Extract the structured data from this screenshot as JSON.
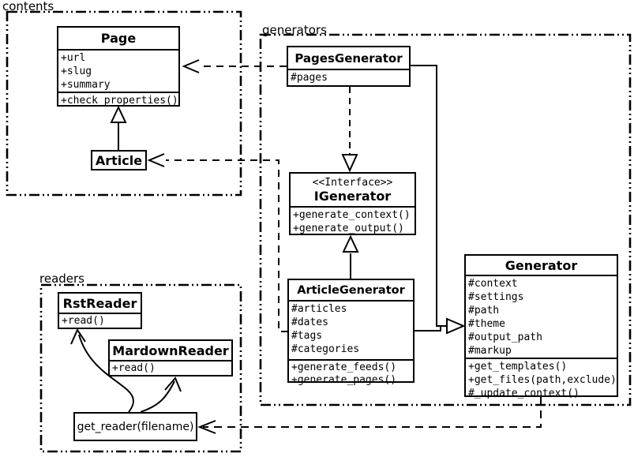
{
  "diagram": {
    "packages": {
      "contents": {
        "label": "contents"
      },
      "generators": {
        "label": "generators"
      },
      "readers": {
        "label": "readers"
      }
    },
    "classes": {
      "page": {
        "title": "Page",
        "attributes": [
          "+url",
          "+slug",
          "+summary"
        ],
        "methods": [
          "+check_properties()"
        ]
      },
      "article": {
        "title": "Article"
      },
      "pages_generator": {
        "title": "PagesGenerator",
        "attributes": [
          "#pages"
        ]
      },
      "igenerator": {
        "stereotype": "<<Interface>>",
        "title": "IGenerator",
        "methods": [
          "+generate_context()",
          "+generate_output()"
        ]
      },
      "article_generator": {
        "title": "ArticleGenerator",
        "attributes": [
          "#articles",
          "#dates",
          "#tags",
          "#categories"
        ],
        "methods": [
          "+generate_feeds()",
          "+generate_pages()"
        ]
      },
      "generator": {
        "title": "Generator",
        "attributes": [
          "#context",
          "#settings",
          "#path",
          "#theme",
          "#output_path",
          "#markup"
        ],
        "methods": [
          "+get_templates()",
          "+get_files(path,exclude)",
          "#_update_context()"
        ]
      },
      "rst_reader": {
        "title": "RstReader",
        "methods": [
          "+read()"
        ]
      },
      "mardown_reader": {
        "title": "MardownReader",
        "methods": [
          "+read()"
        ]
      },
      "get_reader": {
        "label": "get_reader(filename)"
      }
    },
    "colors": {
      "line": "#000000",
      "background": "#ffffff",
      "box_fill": "#ffffff"
    }
  }
}
